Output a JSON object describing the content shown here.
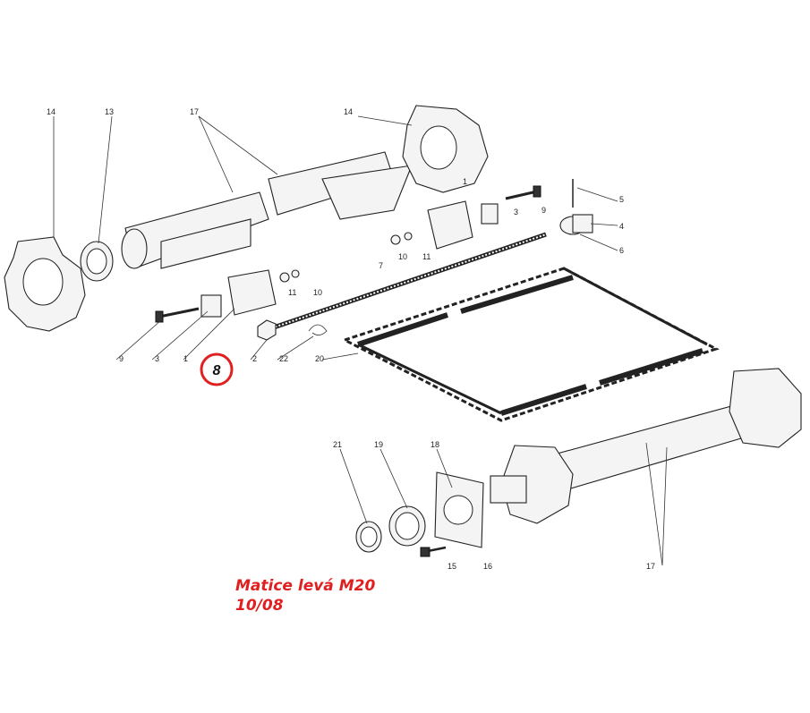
{
  "diagram": {
    "callouts": [
      "14",
      "13",
      "17",
      "14",
      "1",
      "3",
      "9",
      "5",
      "4",
      "6",
      "7",
      "10",
      "11",
      "11",
      "10",
      "9",
      "3",
      "1",
      "2",
      "22",
      "20",
      "21",
      "19",
      "18",
      "15",
      "16",
      "17"
    ],
    "highlight_label": "8",
    "highlight_color": "#e02020",
    "note_line1": "Matice levá M20",
    "note_line2": "10/08"
  }
}
